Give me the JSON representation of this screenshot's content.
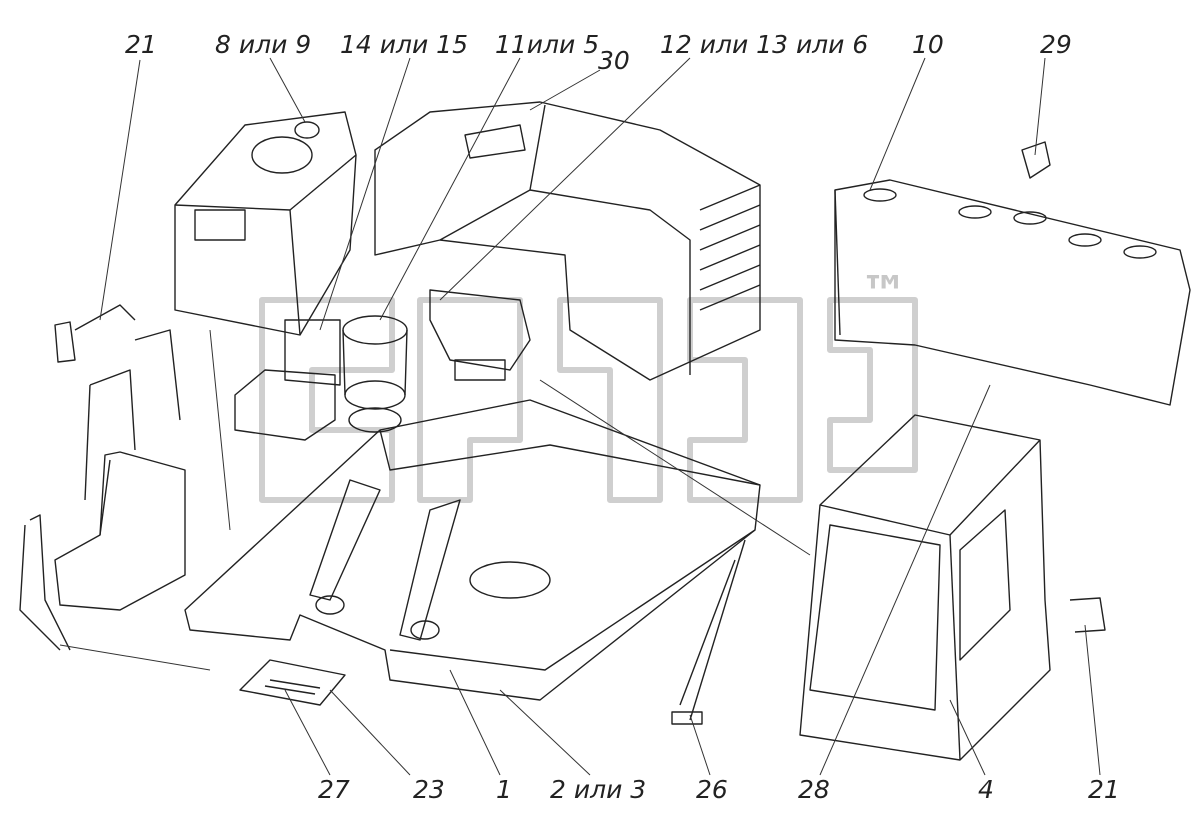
{
  "diagram": {
    "callouts_top": [
      "21",
      "8 или 9",
      "14 или 15",
      "11или 5",
      "30",
      "12 или 13 или 6",
      "10",
      "29"
    ],
    "callouts_bottom": [
      "27",
      "23",
      "1",
      "2 или 3",
      "26",
      "28",
      "4",
      "21"
    ],
    "watermark": "™",
    "colors": {
      "line": "#222222",
      "watermark": "#c9c9c9",
      "background": "#ffffff"
    }
  }
}
